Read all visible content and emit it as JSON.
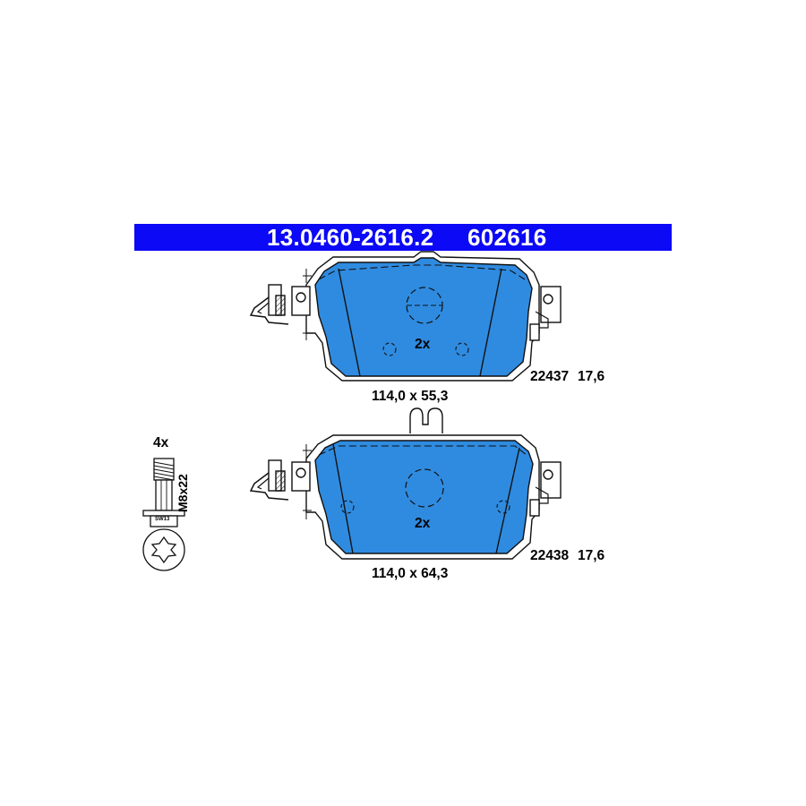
{
  "header": {
    "part_number": "13.0460-2616.2",
    "article_number": "602616",
    "background_color": "#0b09f5"
  },
  "pads": [
    {
      "quantity": "2x",
      "dimensions": "114,0 x 55,3",
      "code": "22437",
      "thickness": "17,6"
    },
    {
      "quantity": "2x",
      "dimensions": "114,0 x 64,3",
      "code": "22438",
      "thickness": "17,6"
    }
  ],
  "bolt": {
    "quantity": "4x",
    "size": "M8x22",
    "wrench_size": "SW13"
  },
  "colors": {
    "pad_fill": "#2f8be0",
    "line": "#111111"
  }
}
